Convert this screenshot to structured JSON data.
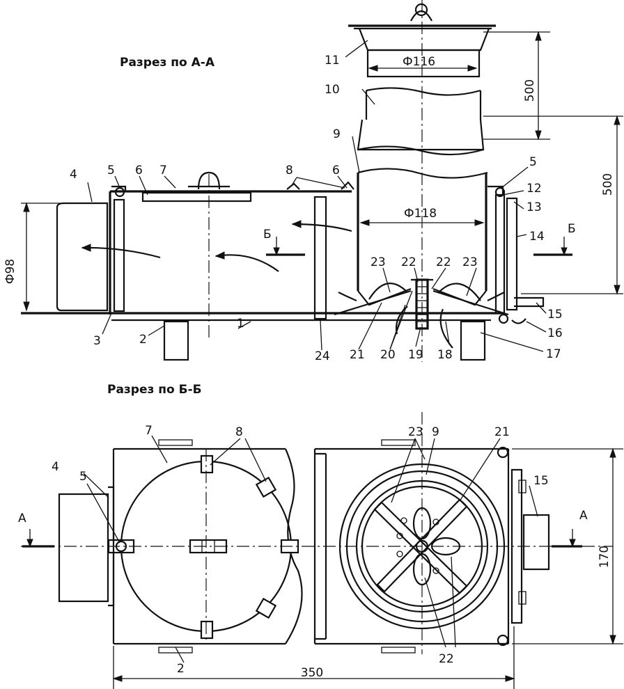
{
  "section_aa": {
    "title": "Разрез по А-А"
  },
  "section_bb": {
    "title": "Разрез по Б-Б"
  },
  "dimensions": {
    "d116": "Ф116",
    "d118": "Ф118",
    "d98": "Ф98",
    "h500_upper": "500",
    "h500_right": "500",
    "len350": "350",
    "h170": "170"
  },
  "section_marks": {
    "a": "А",
    "b": "Б"
  },
  "callouts_aa": [
    "1",
    "2",
    "3",
    "4",
    "5",
    "5",
    "6",
    "6",
    "7",
    "8",
    "9",
    "10",
    "11",
    "12",
    "13",
    "14",
    "15",
    "16",
    "17",
    "18",
    "19",
    "20",
    "21",
    "22",
    "22",
    "23",
    "23",
    "24"
  ],
  "callouts_bb": [
    "2",
    "4",
    "5",
    "7",
    "8",
    "9",
    "15",
    "21",
    "22",
    "23"
  ]
}
